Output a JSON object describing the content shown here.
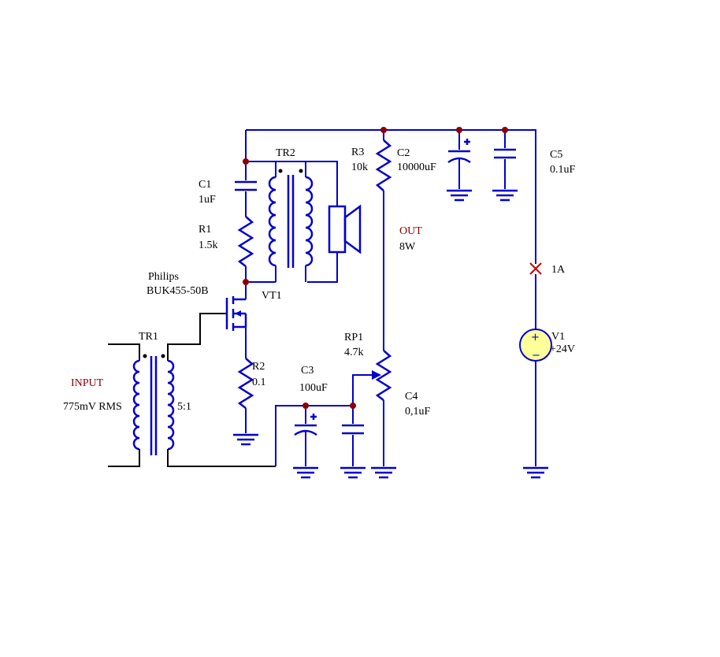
{
  "labels": {
    "tr2": "TR2",
    "c1_name": "C1",
    "c1_value": "1uF",
    "r1_name": "R1",
    "r1_value": "1.5k",
    "mosfet_maker": "Philips",
    "mosfet_part": "BUK455-50B",
    "vt1": "VT1",
    "tr1": "TR1",
    "input_label": "INPUT",
    "input_level": "775mV RMS",
    "tr1_ratio": "5:1",
    "r2_name": "R2",
    "r2_value": "0.1",
    "c3_name": "C3",
    "c3_value": "100uF",
    "r3_name": "R3",
    "r3_value": "10k",
    "c2_name": "C2",
    "c2_value": "10000uF",
    "out_label": "OUT",
    "out_power": "8W",
    "rp1_name": "RP1",
    "rp1_value": "4.7k",
    "c4_name": "C4",
    "c4_value": "0,1uF",
    "c5_name": "C5",
    "c5_value": "0.1uF",
    "fuse_rating": "1A",
    "v1_name": "V1",
    "v1_value": "+24V",
    "plus_sign": "+",
    "minus_sign": "−"
  },
  "colors": {
    "wire": "#0000cc",
    "junction": "#8b0000",
    "battery_fill": "#ffff99",
    "highlight_text": "#8b0000"
  }
}
